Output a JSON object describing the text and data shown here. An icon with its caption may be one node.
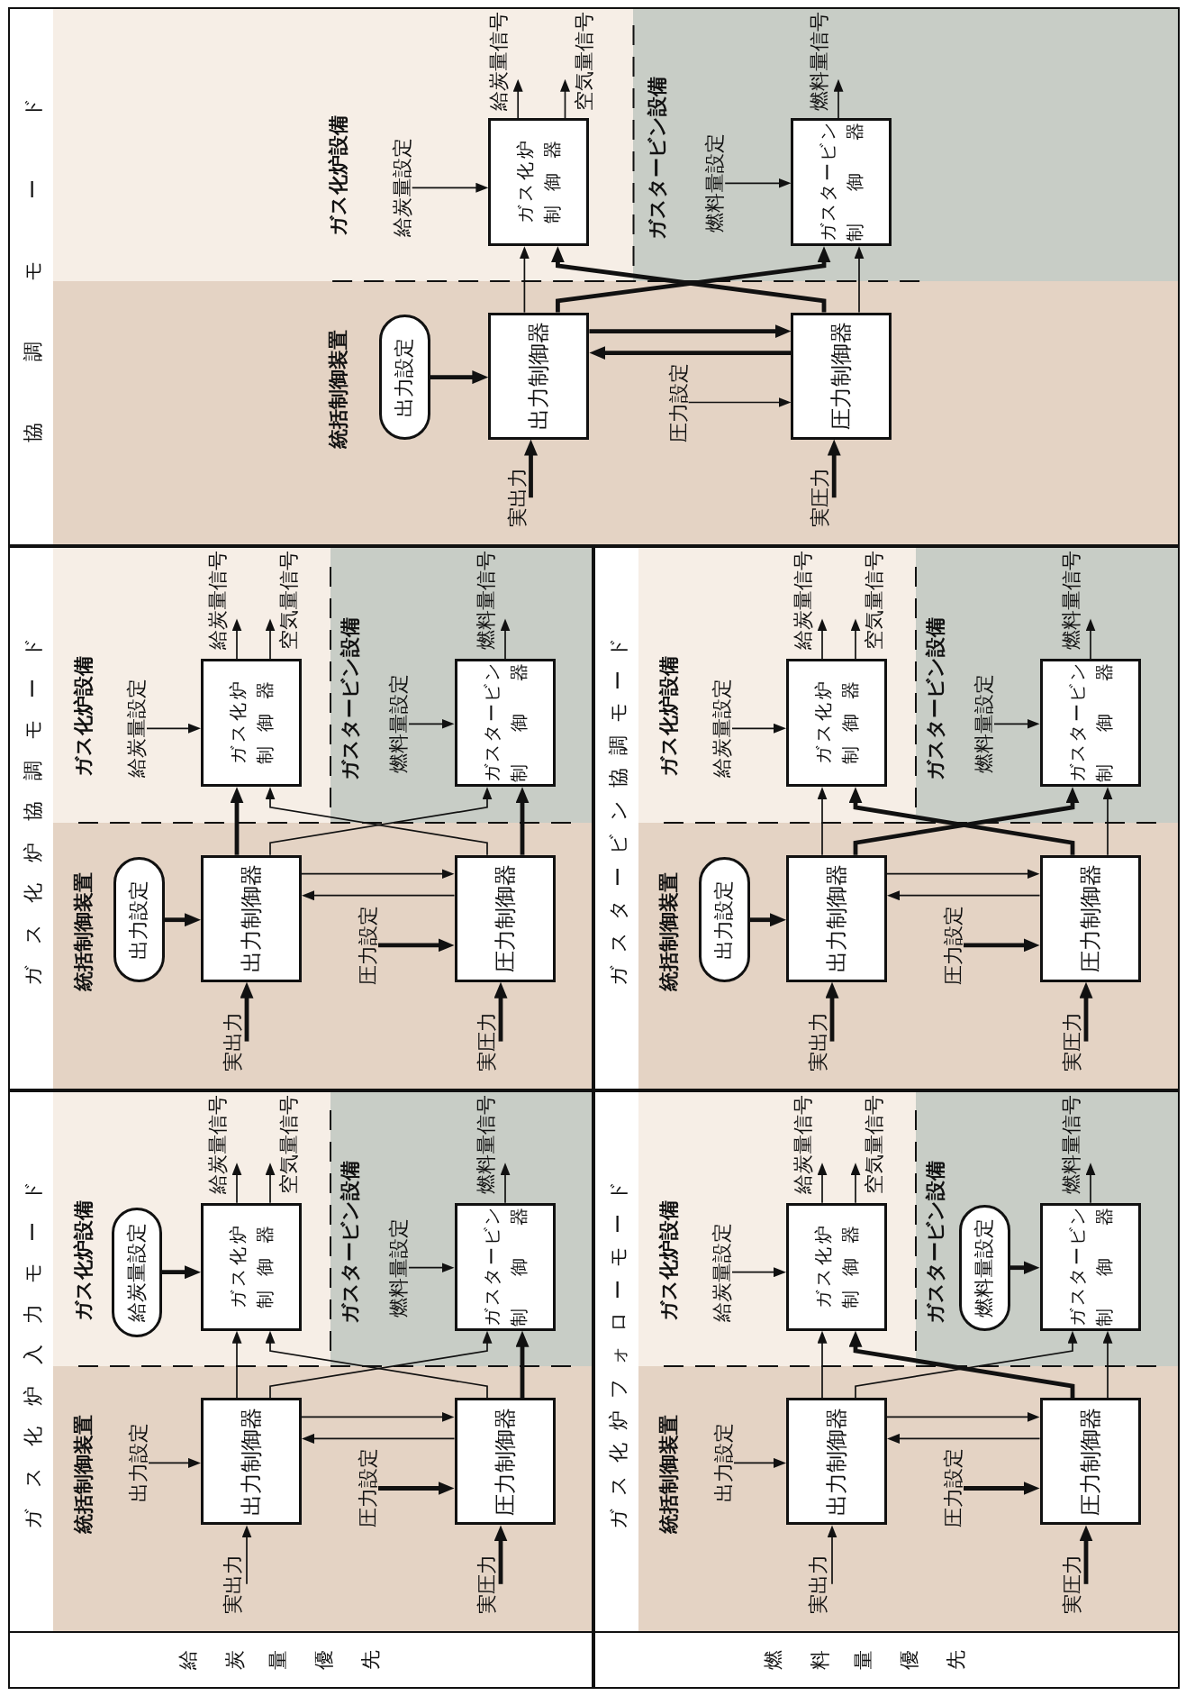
{
  "diagram": {
    "nodes": [
      {
        "text": [
          "ガス化炉入力モード"
        ]
      },
      {
        "text": [
          "統括制御装置"
        ],
        "in": 0
      },
      {
        "text": [
          "出力設定"
        ],
        "in": 1
      },
      {
        "text": [
          "実出力"
        ],
        "in": 1
      },
      {
        "text": [
          "出力制御器"
        ],
        "in": 1
      },
      {
        "text": [
          "圧力設定"
        ],
        "in": 1
      },
      {
        "text": [
          "実圧力"
        ],
        "in": 1
      },
      {
        "text": [
          "圧力制御器"
        ],
        "in": 1
      },
      {
        "text": [
          "ガス化炉設備"
        ],
        "in": 0
      },
      {
        "text": [
          "給炭量設定"
        ],
        "in": 8
      },
      {
        "text": [
          "ガス化炉制御器"
        ],
        "in": 8
      },
      {
        "text": [
          "給炭量信号"
        ],
        "in": 8
      },
      {
        "text": [
          "空気量信号"
        ],
        "in": 8
      },
      {
        "text": [
          "ガスタービン設備"
        ],
        "in": 0
      },
      {
        "text": [
          "燃料量設定"
        ],
        "in": 13
      },
      {
        "text": [
          "ガスタービン制御器"
        ],
        "in": 13
      },
      {
        "text": [
          "燃料量信号"
        ],
        "in": 13
      },
      {
        "text": [
          "ガス化炉協調モード"
        ]
      },
      {
        "text": [
          "統括制御装置"
        ],
        "in": 17
      },
      {
        "text": [
          "出力設定"
        ],
        "in": 18
      },
      {
        "text": [
          "実出力"
        ],
        "in": 18
      },
      {
        "text": [
          "出力制御器"
        ],
        "in": 18
      },
      {
        "text": [
          "圧力設定"
        ],
        "in": 18
      },
      {
        "text": [
          "実圧力"
        ],
        "in": 18
      },
      {
        "text": [
          "圧力制御器"
        ],
        "in": 18
      },
      {
        "text": [
          "ガス化炉設備"
        ],
        "in": 17
      },
      {
        "text": [
          "給炭量設定"
        ],
        "in": 25
      },
      {
        "text": [
          "ガス化炉制御器"
        ],
        "in": 25
      },
      {
        "text": [
          "給炭量信号"
        ],
        "in": 25
      },
      {
        "text": [
          "空気量信号"
        ],
        "in": 25
      },
      {
        "text": [
          "ガスタービン設備"
        ],
        "in": 17
      },
      {
        "text": [
          "燃料量設定"
        ],
        "in": 30
      },
      {
        "text": [
          "ガスタービン制御器"
        ],
        "in": 30
      },
      {
        "text": [
          "燃料量信号"
        ],
        "in": 30
      },
      {
        "text": [
          "協調モード"
        ]
      },
      {
        "text": [
          "統括制御装置"
        ],
        "in": 34
      },
      {
        "text": [
          "出力設定"
        ],
        "in": 35
      },
      {
        "text": [
          "実出力"
        ],
        "in": 35
      },
      {
        "text": [
          "出力制御器"
        ],
        "in": 35
      },
      {
        "text": [
          "圧力設定"
        ],
        "in": 35
      },
      {
        "text": [
          "実圧力"
        ],
        "in": 35
      },
      {
        "text": [
          "圧力制御器"
        ],
        "in": 35
      },
      {
        "text": [
          "ガス化炉設備"
        ],
        "in": 34
      },
      {
        "text": [
          "給炭量設定"
        ],
        "in": 42
      },
      {
        "text": [
          "ガス化炉制御器"
        ],
        "in": 42
      },
      {
        "text": [
          "給炭量信号"
        ],
        "in": 42
      },
      {
        "text": [
          "空気量信号"
        ],
        "in": 42
      },
      {
        "text": [
          "ガスタービン設備"
        ],
        "in": 34
      },
      {
        "text": [
          "燃料量設定"
        ],
        "in": 47
      },
      {
        "text": [
          "ガスタービン制御器"
        ],
        "in": 47
      },
      {
        "text": [
          "燃料量信号"
        ],
        "in": 47
      },
      {
        "text": [
          "ガス化炉フォローモード"
        ]
      },
      {
        "text": [
          "統括制御装置"
        ],
        "in": 51
      },
      {
        "text": [
          "出力設定"
        ],
        "in": 52
      },
      {
        "text": [
          "実出力"
        ],
        "in": 52
      },
      {
        "text": [
          "出力制御器"
        ],
        "in": 52
      },
      {
        "text": [
          "圧力設定"
        ],
        "in": 52
      },
      {
        "text": [
          "実圧力"
        ],
        "in": 52
      },
      {
        "text": [
          "圧力制御器"
        ],
        "in": 52
      },
      {
        "text": [
          "ガス化炉設備"
        ],
        "in": 51
      },
      {
        "text": [
          "給炭量設定"
        ],
        "in": 59
      },
      {
        "text": [
          "ガス化炉制御器"
        ],
        "in": 59
      },
      {
        "text": [
          "給炭量信号"
        ],
        "in": 59
      },
      {
        "text": [
          "空気量信号"
        ],
        "in": 59
      },
      {
        "text": [
          "ガスタービン設備"
        ],
        "in": 51
      },
      {
        "text": [
          "燃料量設定"
        ],
        "in": 64
      },
      {
        "text": [
          "ガスタービン制御器"
        ],
        "in": 64
      },
      {
        "text": [
          "燃料量信号"
        ],
        "in": 64
      },
      {
        "text": [
          "ガスタービン協調モード"
        ]
      },
      {
        "text": [
          "統括制御装置"
        ],
        "in": 68
      },
      {
        "text": [
          "出力設定"
        ],
        "in": 69
      },
      {
        "text": [
          "実出力"
        ],
        "in": 69
      },
      {
        "text": [
          "出力制御器"
        ],
        "in": 69
      },
      {
        "text": [
          "圧力設定"
        ],
        "in": 69
      },
      {
        "text": [
          "実圧力"
        ],
        "in": 69
      },
      {
        "text": [
          "圧力制御器"
        ],
        "in": 69
      },
      {
        "text": [
          "ガス化炉設備"
        ],
        "in": 68
      },
      {
        "text": [
          "給炭量設定"
        ],
        "in": 76
      },
      {
        "text": [
          "ガス化炉制御器"
        ],
        "in": 76
      },
      {
        "text": [
          "給炭量信号"
        ],
        "in": 76
      },
      {
        "text": [
          "空気量信号"
        ],
        "in": 76
      },
      {
        "text": [
          "ガスタービン設備"
        ],
        "in": 68
      },
      {
        "text": [
          "燃料量設定"
        ],
        "in": 81
      },
      {
        "text": [
          "ガスタービン制御器"
        ],
        "in": 81
      },
      {
        "text": [
          "燃料量信号"
        ],
        "in": 81
      }
    ],
    "edges": [
      {
        "from": 3,
        "to": 4,
        "arrow": "to"
      },
      {
        "from": 2,
        "to": 4,
        "arrow": "to"
      },
      {
        "from": 6,
        "to": 7,
        "arrow": "to",
        "style": "thick"
      },
      {
        "from": 5,
        "to": 7,
        "arrow": "to",
        "style": "thick"
      },
      {
        "from": 4,
        "to": 7,
        "arrow": "to"
      },
      {
        "from": 7,
        "to": 4,
        "arrow": "to"
      },
      {
        "from": 4,
        "to": 10,
        "arrow": "to"
      },
      {
        "from": 4,
        "to": 15,
        "arrow": "to"
      },
      {
        "from": 7,
        "to": 10,
        "arrow": "to"
      },
      {
        "from": 7,
        "to": 15,
        "arrow": "to",
        "style": "thick"
      },
      {
        "from": 9,
        "to": 10,
        "arrow": "to",
        "style": "thick"
      },
      {
        "from": 14,
        "to": 15,
        "arrow": "to"
      },
      {
        "from": 10,
        "to": 11,
        "arrow": "to"
      },
      {
        "from": 10,
        "to": 12,
        "arrow": "to"
      },
      {
        "from": 15,
        "to": 16,
        "arrow": "to"
      },
      {
        "from": 20,
        "to": 21,
        "arrow": "to",
        "style": "thick"
      },
      {
        "from": 19,
        "to": 21,
        "arrow": "to",
        "style": "thick"
      },
      {
        "from": 23,
        "to": 24,
        "arrow": "to",
        "style": "thick"
      },
      {
        "from": 22,
        "to": 24,
        "arrow": "to",
        "style": "thick"
      },
      {
        "from": 21,
        "to": 24,
        "arrow": "to"
      },
      {
        "from": 24,
        "to": 21,
        "arrow": "to"
      },
      {
        "from": 21,
        "to": 27,
        "arrow": "to",
        "style": "thick"
      },
      {
        "from": 21,
        "to": 32,
        "arrow": "to"
      },
      {
        "from": 24,
        "to": 27,
        "arrow": "to"
      },
      {
        "from": 24,
        "to": 32,
        "arrow": "to",
        "style": "thick"
      },
      {
        "from": 26,
        "to": 27,
        "arrow": "to"
      },
      {
        "from": 31,
        "to": 32,
        "arrow": "to"
      },
      {
        "from": 27,
        "to": 28,
        "arrow": "to"
      },
      {
        "from": 27,
        "to": 29,
        "arrow": "to"
      },
      {
        "from": 32,
        "to": 33,
        "arrow": "to"
      },
      {
        "from": 37,
        "to": 38,
        "arrow": "to",
        "style": "thick"
      },
      {
        "from": 36,
        "to": 38,
        "arrow": "to",
        "style": "thick"
      },
      {
        "from": 40,
        "to": 41,
        "arrow": "to",
        "style": "thick"
      },
      {
        "from": 39,
        "to": 41,
        "arrow": "to"
      },
      {
        "from": 38,
        "to": 41,
        "arrow": "to",
        "style": "thick"
      },
      {
        "from": 41,
        "to": 38,
        "arrow": "to",
        "style": "thick"
      },
      {
        "from": 38,
        "to": 44,
        "arrow": "to"
      },
      {
        "from": 38,
        "to": 49,
        "arrow": "to",
        "style": "thick"
      },
      {
        "from": 41,
        "to": 44,
        "arrow": "to",
        "style": "thick"
      },
      {
        "from": 41,
        "to": 49,
        "arrow": "to"
      },
      {
        "from": 43,
        "to": 44,
        "arrow": "to"
      },
      {
        "from": 48,
        "to": 49,
        "arrow": "to"
      },
      {
        "from": 44,
        "to": 45,
        "arrow": "to"
      },
      {
        "from": 44,
        "to": 46,
        "arrow": "to"
      },
      {
        "from": 49,
        "to": 50,
        "arrow": "to"
      },
      {
        "from": 54,
        "to": 55,
        "arrow": "to"
      },
      {
        "from": 53,
        "to": 55,
        "arrow": "to"
      },
      {
        "from": 57,
        "to": 58,
        "arrow": "to",
        "style": "thick"
      },
      {
        "from": 56,
        "to": 58,
        "arrow": "to",
        "style": "thick"
      },
      {
        "from": 55,
        "to": 58,
        "arrow": "to"
      },
      {
        "from": 58,
        "to": 55,
        "arrow": "to"
      },
      {
        "from": 55,
        "to": 61,
        "arrow": "to"
      },
      {
        "from": 55,
        "to": 66,
        "arrow": "to"
      },
      {
        "from": 58,
        "to": 61,
        "arrow": "to",
        "style": "thick"
      },
      {
        "from": 58,
        "to": 66,
        "arrow": "to"
      },
      {
        "from": 60,
        "to": 61,
        "arrow": "to"
      },
      {
        "from": 65,
        "to": 66,
        "arrow": "to",
        "style": "thick"
      },
      {
        "from": 61,
        "to": 62,
        "arrow": "to"
      },
      {
        "from": 61,
        "to": 63,
        "arrow": "to"
      },
      {
        "from": 66,
        "to": 67,
        "arrow": "to"
      },
      {
        "from": 71,
        "to": 72,
        "arrow": "to",
        "style": "thick"
      },
      {
        "from": 70,
        "to": 72,
        "arrow": "to",
        "style": "thick"
      },
      {
        "from": 74,
        "to": 75,
        "arrow": "to",
        "style": "thick"
      },
      {
        "from": 73,
        "to": 75,
        "arrow": "to",
        "style": "thick"
      },
      {
        "from": 72,
        "to": 75,
        "arrow": "to"
      },
      {
        "from": 75,
        "to": 72,
        "arrow": "to"
      },
      {
        "from": 72,
        "to": 78,
        "arrow": "to"
      },
      {
        "from": 72,
        "to": 83,
        "arrow": "to",
        "style": "thick"
      },
      {
        "from": 75,
        "to": 78,
        "arrow": "to",
        "style": "thick"
      },
      {
        "from": 75,
        "to": 83,
        "arrow": "to"
      },
      {
        "from": 77,
        "to": 78,
        "arrow": "to"
      },
      {
        "from": 82,
        "to": 83,
        "arrow": "to"
      },
      {
        "from": 78,
        "to": 79,
        "arrow": "to"
      },
      {
        "from": 78,
        "to": 80,
        "arrow": "to"
      },
      {
        "from": 83,
        "to": 84,
        "arrow": "to"
      }
    ],
    "labels": [
      "給炭量優先",
      "燃料量優先"
    ]
  }
}
